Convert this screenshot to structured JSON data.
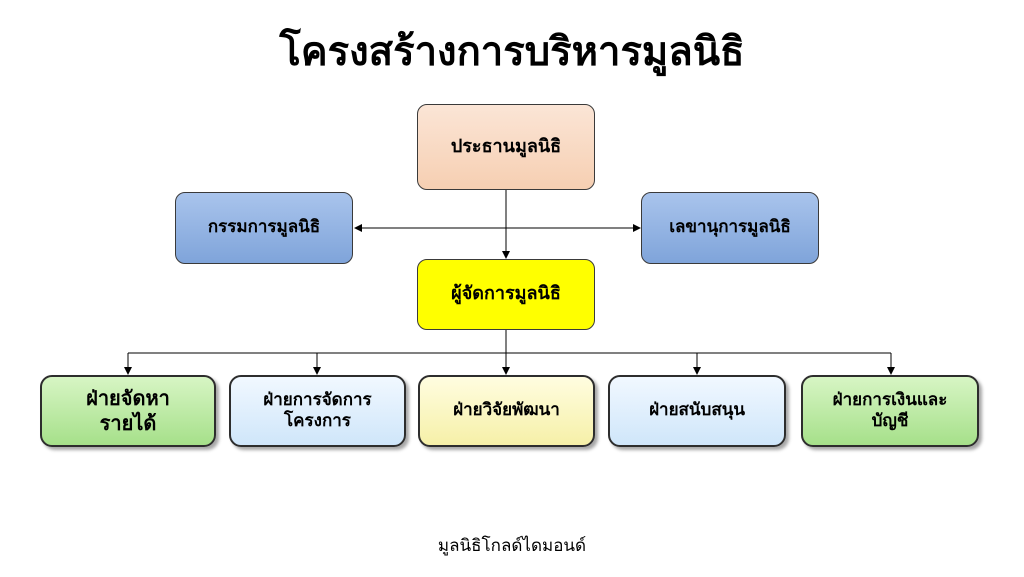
{
  "title": "โครงสร้างการบริหารมูลนิธิ",
  "chairman": "ประธานมูลนิธิ",
  "committee": "กรรมการมูลนิธิ",
  "secretary": "เลขานุการมูลนิธิ",
  "manager": "ผู้จัดการมูลนิธิ",
  "departments": [
    "ฝ่ายจัดหา\nรายได้",
    "ฝ่ายการจัดการ\nโครงการ",
    "ฝ่ายวิจัยพัฒนา",
    "ฝ่ายสนับสนุน",
    "ฝ่ายการเงินและ\nบัญชี"
  ],
  "footer": "มูลนิธิโกลด์ไดมอนด์",
  "colors": {
    "chairman_fill": "#f8d9c4",
    "committee_fill": "#8eb0e0",
    "manager_fill": "#ffff00",
    "unit_green": "#b8e89f",
    "unit_lightblue": "#dcedfc",
    "unit_yellow": "#fbf6c0"
  }
}
